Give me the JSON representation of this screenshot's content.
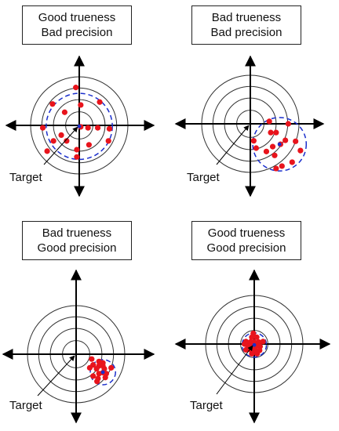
{
  "panels": [
    {
      "id": "top-left",
      "title": [
        "Good trueness",
        "Bad precision"
      ],
      "target_label": "Target",
      "points": [
        [
          -0.07,
          -0.78
        ],
        [
          -0.55,
          -0.44
        ],
        [
          -0.3,
          -0.27
        ],
        [
          0.03,
          -0.42
        ],
        [
          0.42,
          -0.48
        ],
        [
          -0.75,
          0.05
        ],
        [
          -0.53,
          0.32
        ],
        [
          -0.37,
          0.2
        ],
        [
          0.03,
          0.03
        ],
        [
          0.18,
          0.05
        ],
        [
          0.38,
          0.05
        ],
        [
          0.62,
          0.07
        ],
        [
          0.6,
          0.32
        ],
        [
          -0.26,
          0.32
        ],
        [
          -0.05,
          0.5
        ],
        [
          0.2,
          0.4
        ],
        [
          -0.05,
          0.65
        ],
        [
          -0.66,
          0.53
        ]
      ],
      "center": [
        0.0,
        0.02
      ],
      "spread_radius": 0.68
    },
    {
      "id": "top-right",
      "title": [
        "Bad trueness",
        "Bad precision"
      ],
      "target_label": "Target",
      "points": [
        [
          0.39,
          -0.05
        ],
        [
          0.53,
          0.18
        ],
        [
          0.46,
          0.47
        ],
        [
          0.07,
          0.35
        ],
        [
          0.12,
          0.5
        ],
        [
          0.78,
          0.0
        ],
        [
          0.72,
          0.34
        ],
        [
          0.62,
          0.42
        ],
        [
          0.93,
          0.36
        ],
        [
          1.03,
          0.55
        ],
        [
          0.86,
          0.79
        ],
        [
          0.5,
          0.65
        ],
        [
          0.65,
          0.87
        ],
        [
          0.33,
          0.57
        ],
        [
          0.53,
          0.92
        ],
        [
          0.42,
          0.18
        ]
      ],
      "center": [
        0.6,
        0.42
      ],
      "spread_radius": 0.55
    },
    {
      "id": "bottom-left",
      "title": [
        "Bad trueness",
        "Good precision"
      ],
      "target_label": "Target",
      "points": [
        [
          0.32,
          0.1
        ],
        [
          0.47,
          0.15
        ],
        [
          0.55,
          0.18
        ],
        [
          0.35,
          0.22
        ],
        [
          0.47,
          0.24
        ],
        [
          0.55,
          0.24
        ],
        [
          0.28,
          0.28
        ],
        [
          0.42,
          0.3
        ],
        [
          0.58,
          0.3
        ],
        [
          0.72,
          0.28
        ],
        [
          0.55,
          0.38
        ],
        [
          0.47,
          0.4
        ],
        [
          0.62,
          0.4
        ],
        [
          0.35,
          0.45
        ],
        [
          0.6,
          0.48
        ],
        [
          0.45,
          0.5
        ],
        [
          0.43,
          0.56
        ]
      ],
      "center": [
        0.55,
        0.37
      ],
      "spread_radius": 0.26
    },
    {
      "id": "bottom-right",
      "title": [
        "Good trueness",
        "Good precision"
      ],
      "target_label": "Target",
      "points": [
        [
          -0.02,
          -0.22
        ],
        [
          -0.05,
          -0.14
        ],
        [
          0.05,
          -0.14
        ],
        [
          -0.17,
          -0.05
        ],
        [
          -0.08,
          -0.04
        ],
        [
          0.0,
          -0.04
        ],
        [
          0.09,
          -0.04
        ],
        [
          0.18,
          -0.05
        ],
        [
          -0.13,
          0.05
        ],
        [
          -0.04,
          0.05
        ],
        [
          0.04,
          0.04
        ],
        [
          0.12,
          0.05
        ],
        [
          -0.17,
          0.12
        ],
        [
          -0.07,
          0.12
        ],
        [
          0.02,
          0.13
        ],
        [
          0.11,
          0.13
        ],
        [
          -0.05,
          0.2
        ],
        [
          0.06,
          0.2
        ],
        [
          -0.2,
          0.0
        ]
      ],
      "center": [
        0.0,
        0.02
      ],
      "spread_radius": 0.25
    }
  ],
  "colors": {
    "points": "#e8141c",
    "spread": "#1a2ecc",
    "rings": "#333333",
    "axes": "#000000"
  }
}
